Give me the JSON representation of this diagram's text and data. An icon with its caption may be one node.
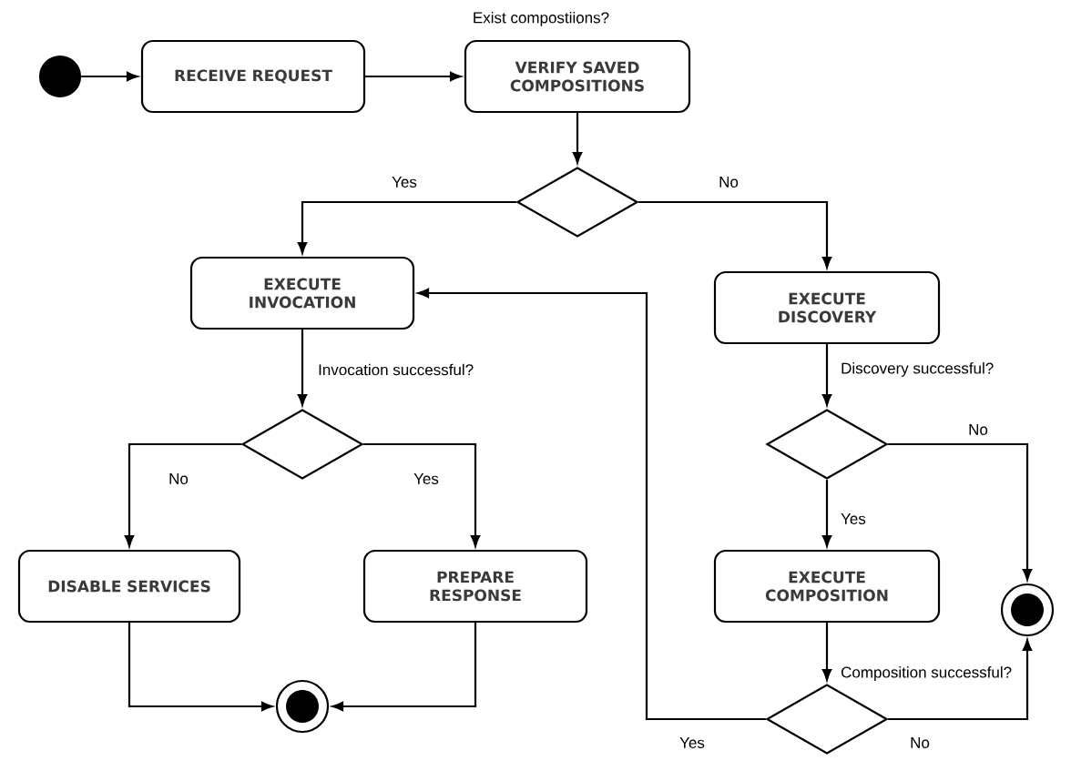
{
  "diagram": {
    "nodes": [
      {
        "text": [],
        "shape": "circle"
      },
      {
        "text": [
          "RECEIVE REQUEST"
        ]
      },
      {
        "text": [
          "VERIFY SAVED COMPOSITIONS"
        ],
        "beside": [
          "Exist compostiions?"
        ]
      },
      {
        "text": [],
        "shape": "diamond"
      },
      {
        "text": [
          "EXECUTE INVOCATION"
        ]
      },
      {
        "text": [
          "EXECUTE DISCOVERY"
        ]
      },
      {
        "text": [],
        "shape": "diamond"
      },
      {
        "text": [],
        "shape": "diamond"
      },
      {
        "text": [
          "DISABLE SERVICES"
        ]
      },
      {
        "text": [
          "PREPARE RESPONSE"
        ]
      },
      {
        "text": [],
        "shape": "bullseye"
      },
      {
        "text": [
          "EXECUTE COMPOSITION"
        ]
      },
      {
        "text": [],
        "shape": "bullseye"
      },
      {
        "text": [],
        "shape": "diamond"
      }
    ],
    "edges": [
      {
        "from": 0,
        "to": 1,
        "arrow": "to"
      },
      {
        "from": 1,
        "to": 2,
        "arrow": "to"
      },
      {
        "from": 2,
        "to": 3,
        "arrow": "to"
      },
      {
        "from": 3,
        "to": 4,
        "arrow": "to",
        "label": "Yes"
      },
      {
        "from": 3,
        "to": 5,
        "arrow": "to",
        "label": "No"
      },
      {
        "from": 4,
        "to": 6,
        "arrow": "to",
        "label": "Invocation successful?"
      },
      {
        "from": 6,
        "to": 8,
        "arrow": "to",
        "label": "No"
      },
      {
        "from": 6,
        "to": 9,
        "arrow": "to",
        "label": "Yes"
      },
      {
        "from": 8,
        "to": 10,
        "arrow": "to"
      },
      {
        "from": 9,
        "to": 10,
        "arrow": "to"
      },
      {
        "from": 5,
        "to": 7,
        "arrow": "to",
        "label": "Discovery successful?"
      },
      {
        "from": 7,
        "to": 12,
        "arrow": "to",
        "label": "No"
      },
      {
        "from": 7,
        "to": 11,
        "arrow": "to",
        "label": "Yes"
      },
      {
        "from": 11,
        "to": 13,
        "arrow": "to",
        "label": "Composition successful?"
      },
      {
        "from": 13,
        "to": 4,
        "arrow": "to",
        "label": "Yes"
      },
      {
        "from": 13,
        "to": 12,
        "arrow": "to",
        "label": "No"
      }
    ]
  }
}
